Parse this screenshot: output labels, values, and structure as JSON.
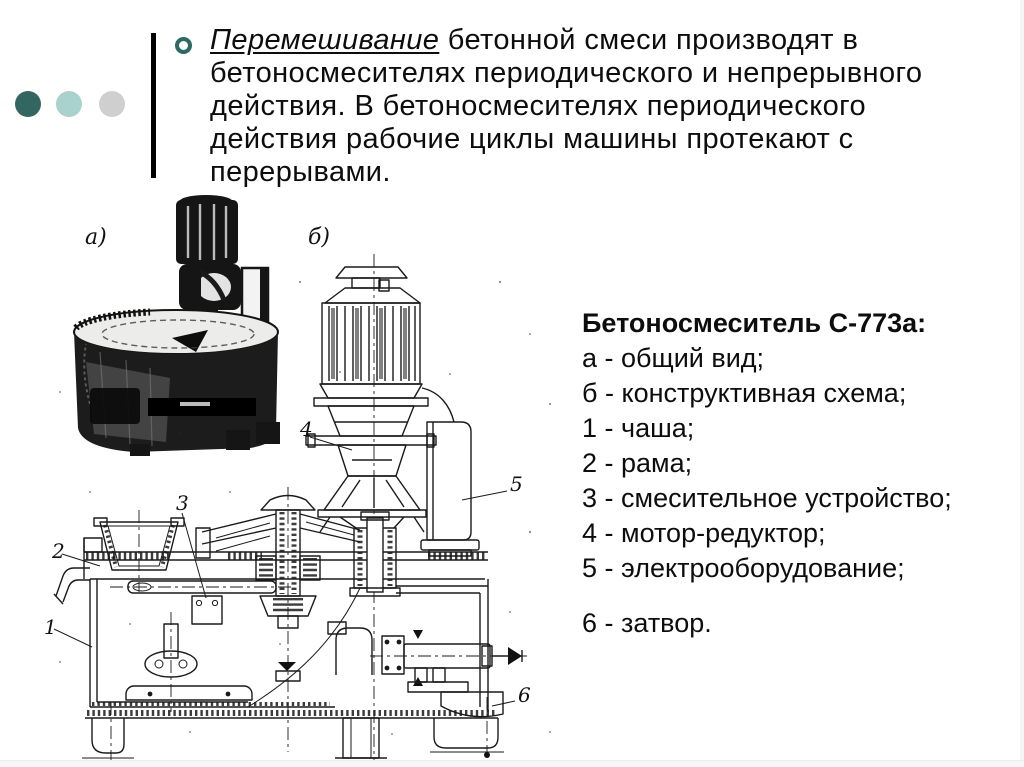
{
  "paragraph": {
    "lead": "Перемешивание",
    "line1_rest": " бетонной смеси производят в",
    "line2": "бетоносмесителях периодического и непрерывного",
    "line3": "действия. В бетоносмесителях периодического",
    "line4": "действия рабочие циклы машины протекают с",
    "line5": "перерывами."
  },
  "figure": {
    "label_a": "а)",
    "label_b": "б)",
    "callouts": {
      "n1": "1",
      "n2": "2",
      "n3": "3",
      "n4": "4",
      "n5": "5",
      "n6": "6"
    }
  },
  "legend": {
    "title": "Бетоносмеситель С-773а:",
    "items": [
      "а - общий вид;",
      " б - конструктивная схема;",
      "1 - чаша;",
      "2 - рама;",
      "3 - смесительное устройство;",
      "4 - мотор-редуктор;",
      "5 - электрооборудование;",
      "6 - затвор."
    ]
  },
  "colors": {
    "accent_dark_teal": "#336661",
    "accent_light_teal": "#a9d1cd",
    "accent_gray": "#cfcfcf",
    "bullet_ring": "#2e6a64",
    "ink": "#1a1a1a"
  }
}
